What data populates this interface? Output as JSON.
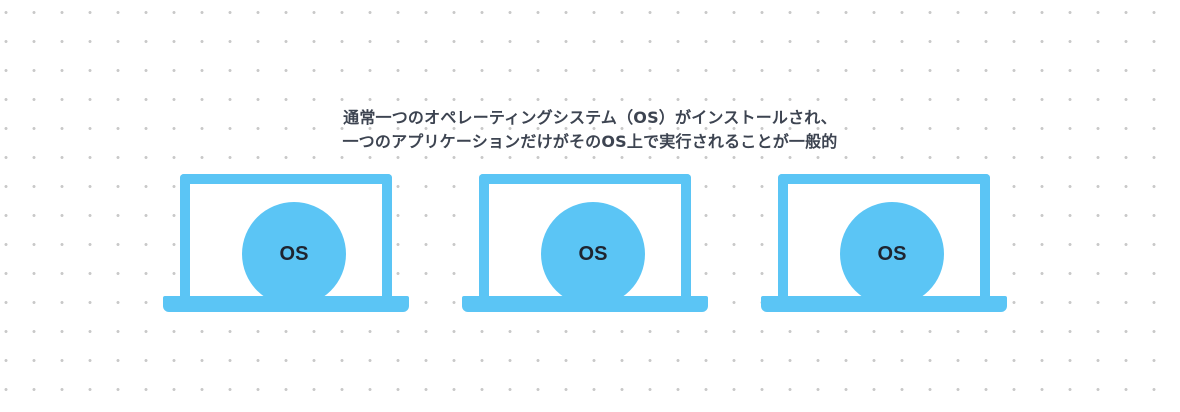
{
  "caption": {
    "line1": "通常一つのオペレーティングシステム（OS）がインストールされ、",
    "line2": "一つのアプリケーションだけがそのOS上で実行されることが一般的"
  },
  "laptops": [
    {
      "os_label": "OS"
    },
    {
      "os_label": "OS"
    },
    {
      "os_label": "OS"
    }
  ],
  "colors": {
    "accent": "#5bc5f5",
    "text": "#3d4451",
    "dots": "#c9c9c9"
  }
}
